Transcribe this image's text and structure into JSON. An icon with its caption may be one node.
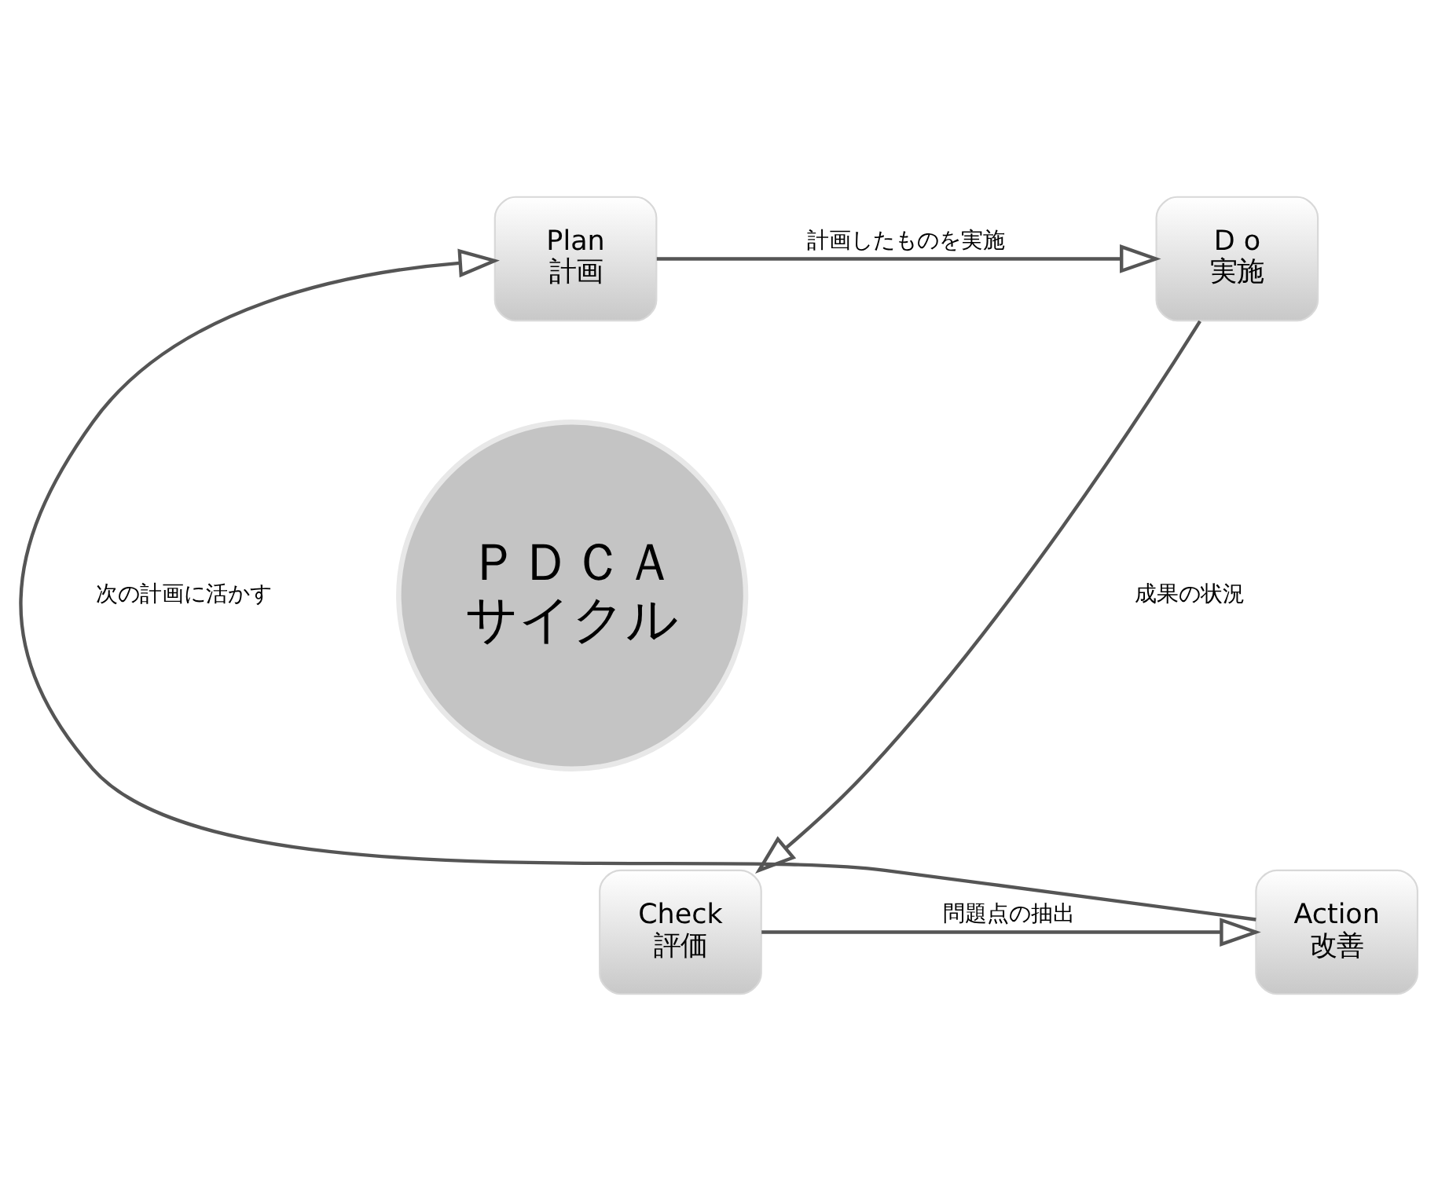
{
  "diagram": {
    "nodes": [
      {
        "text": [
          "Plan",
          "計画"
        ]
      },
      {
        "text": [
          "D o",
          "実施"
        ]
      },
      {
        "text": [
          "Check",
          "評価"
        ]
      },
      {
        "text": [
          "Action",
          "改善"
        ]
      },
      {
        "text": [
          "ＰＤＣＡ",
          "サイクル"
        ]
      }
    ],
    "edges": [
      {
        "from": 0,
        "to": 1,
        "arrow": "to",
        "label": "計画したものを実施"
      },
      {
        "from": 1,
        "to": 2,
        "arrow": "to",
        "label": "成果の状況"
      },
      {
        "from": 2,
        "to": 3,
        "arrow": "to",
        "label": "問題点の抽出"
      },
      {
        "from": 3,
        "to": 0,
        "arrow": "to",
        "label": "次の計画に活かす"
      }
    ]
  }
}
